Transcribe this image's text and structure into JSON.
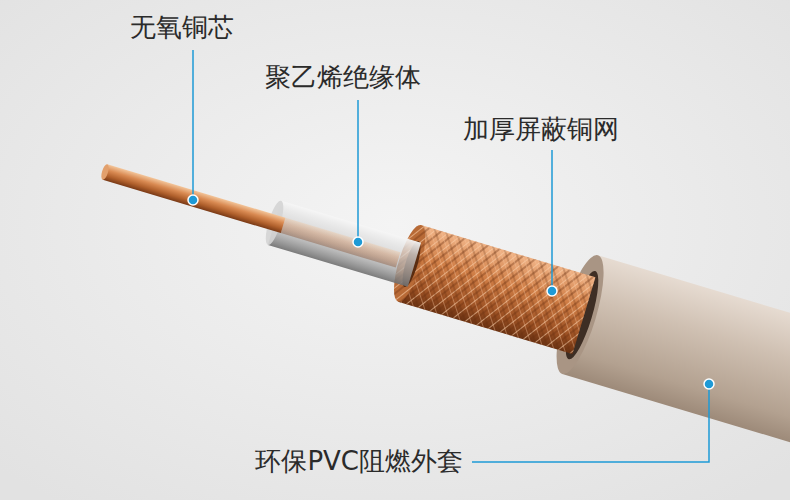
{
  "diagram": {
    "labels": [
      "无氧铜芯",
      "聚乙烯绝缘体",
      "加厚屏蔽铜网",
      "环保PVC阻燃外套"
    ]
  }
}
